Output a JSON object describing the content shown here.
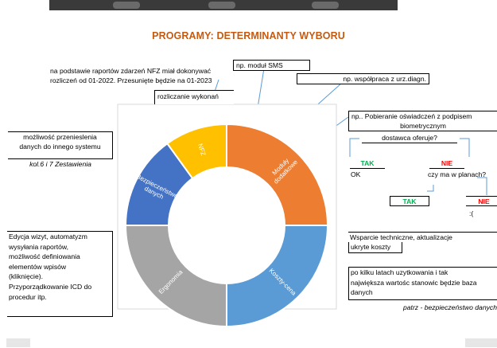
{
  "title": "PROGRAMY: DETERMINANTY WYBORU",
  "chart_data": {
    "type": "pie",
    "slices": [
      {
        "label": "Moduły dodatkowe",
        "value": 25,
        "color": "#ed7d31"
      },
      {
        "label": "Koszty-cena",
        "value": 25,
        "color": "#5b9bd5"
      },
      {
        "label": "Ergonomia",
        "value": 25,
        "color": "#a5a5a5"
      },
      {
        "label": "Bezpieczeństwo danych",
        "value": 15,
        "color": "#4472c4"
      },
      {
        "label": "NFZ",
        "value": 10,
        "color": "#ffc000"
      }
    ]
  },
  "notes": {
    "nfz_line1": "na podstawie raportów zdarzeń NFZ miał dokonywać",
    "nfz_line2": "rozliczeń od 01-2022. Przesunięte będzie na 01-2023",
    "sms": "np. moduł SMS",
    "wspolpraca": "np. współpraca z urz.diagn.",
    "rozliczanie": "rozliczanie wykonań",
    "przeniesienie_line1": "możliwość przenieslenia",
    "przeniesienie_line2": "danych do innego systemu",
    "przeniesienie_line3": "kol.6 i 7 Zestawienia",
    "pobieranie_line1": "np.. Pobieranie oświadczeń z podpisem",
    "pobieranie_line2": "biometrycznym",
    "dostawca": "dostawca oferuje?",
    "tak1": "TAK",
    "nie1": "NIE",
    "ok": "OK",
    "czy_ma": "czy ma w planach?",
    "tak2": "TAK",
    "nie2": "NIE",
    "sad": ":(",
    "edycja": [
      "Edycja wizyt, automatyzm",
      "wysyłania raportów,",
      "możliwość definiowania",
      "elementów wpisów",
      "(kliknięcie).",
      "Przyporządkowanie ICD do",
      "procedur itp."
    ],
    "wsparcie_line1": "Wsparcie techniczne, aktualizacje",
    "wsparcie_line2": "ukryte koszty",
    "latach_line1": "po kilku latach uzytkowania i tak",
    "latach_line2": "największa wartośc stanowic będzie baza",
    "latach_line3": "danych",
    "patrz": "patrz - bezpieczeństwo danych"
  }
}
